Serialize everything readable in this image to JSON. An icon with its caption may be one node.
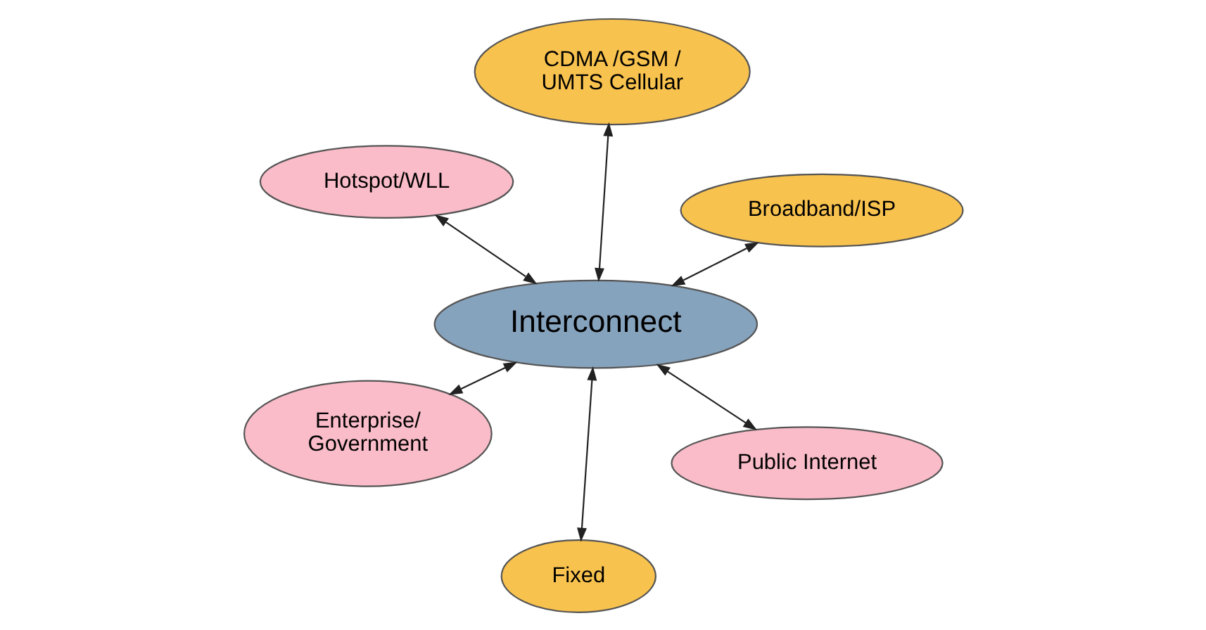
{
  "diagram": {
    "nodes": [
      {
        "text": [
          "Interconnect"
        ]
      },
      {
        "text": [
          "CDMA /GSM / UMTS Cellular"
        ]
      },
      {
        "text": [
          "Fixed"
        ]
      },
      {
        "text": [
          "Public Internet"
        ]
      },
      {
        "text": [
          "Broadband/ISP"
        ]
      },
      {
        "text": [
          "Enterprise/ Government"
        ]
      },
      {
        "text": [
          "Hotspot/WLL"
        ]
      }
    ],
    "edges": [
      {
        "from": 0,
        "to": 1,
        "arrow": "both"
      },
      {
        "from": 0,
        "to": 2,
        "arrow": "both"
      },
      {
        "from": 0,
        "to": 3,
        "arrow": "both"
      },
      {
        "from": 0,
        "to": 4,
        "arrow": "both"
      },
      {
        "from": 0,
        "to": 5,
        "arrow": "both"
      },
      {
        "from": 0,
        "to": 6,
        "arrow": "both"
      }
    ]
  }
}
